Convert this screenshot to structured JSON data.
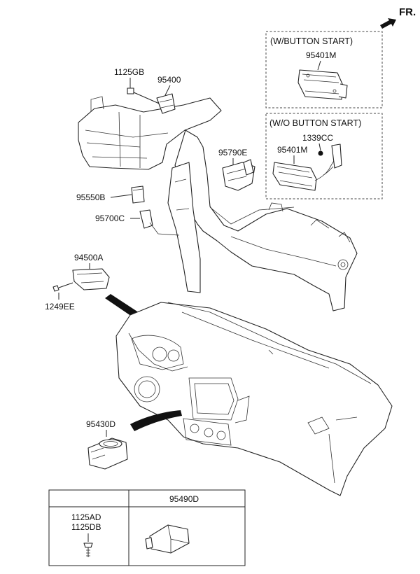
{
  "orientation": {
    "label": "FR."
  },
  "inset_button_start": {
    "title": "(W/BUTTON START)",
    "part": "95401M"
  },
  "inset_no_button_start": {
    "title": "(W/O BUTTON START)",
    "part_a": "1339CC",
    "part_b": "95401M"
  },
  "callouts": {
    "p1125GB": "1125GB",
    "p95400": "95400",
    "p95790E": "95790E",
    "p95550B": "95550B",
    "p95700C": "95700C",
    "p94500A": "94500A",
    "p1249EE": "1249EE",
    "p95430D": "95430D"
  },
  "legend_table": {
    "col2_header": "95490D",
    "row_a": "1125AD",
    "row_b": "1125DB"
  }
}
